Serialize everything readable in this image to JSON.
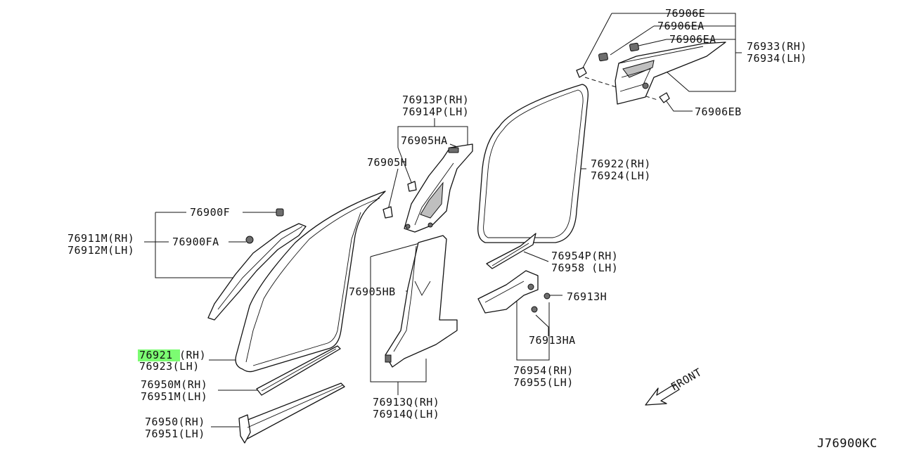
{
  "labels": {
    "p76906E": "76906E",
    "p76906EA_1": "76906EA",
    "p76906EA_2": "76906EA",
    "p76933RH": "76933(RH)",
    "p76934LH": "76934(LH)",
    "p76906EB": "76906EB",
    "p76913PRH": "76913P(RH)",
    "p76914PLH": "76914P(LH)",
    "p76905HA": "76905HA",
    "p76905H": "76905H",
    "p76922RH": "76922(RH)",
    "p76924LH": "76924(LH)",
    "p76900F": "76900F",
    "p76911MRH": "76911M(RH)",
    "p76912MLH": "76912M(LH)",
    "p76900FA": "76900FA",
    "p76954PRH": "76954P(RH)",
    "p76958LH": "76958 (LH)",
    "p76905HB": "76905HB",
    "p76913H": "76913H",
    "p76913HA": "76913HA",
    "p76921": "76921",
    "p76921RH": "(RH)",
    "p76923LH": "76923(LH)",
    "p76950MRH": "76950M(RH)",
    "p76951MLH": "76951M(LH)",
    "p76954RH": "76954(RH)",
    "p76955LH": "76955(LH)",
    "p76913QRH": "76913Q(RH)",
    "p76914QLH": "76914Q(LH)",
    "p76950RH": "76950(RH)",
    "p76951LH": "76951(LH)",
    "front": "FRONT",
    "diagram_code": "J76900KC"
  },
  "colors": {
    "highlight": "#7CFC72",
    "line": "#111111"
  }
}
